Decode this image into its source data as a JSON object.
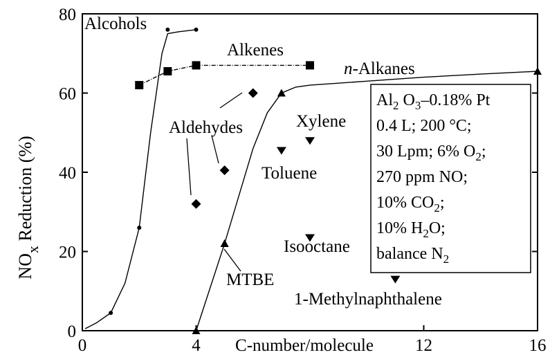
{
  "chart_data": {
    "type": "scatter",
    "xlabel": "C-number/molecule",
    "ylabel_main": "NO",
    "ylabel_sub": "x",
    "ylabel_rest": " Reduction (%)",
    "xlim": [
      0,
      16
    ],
    "ylim": [
      0,
      80
    ],
    "xticks": [
      0,
      4,
      12,
      16
    ],
    "yticks": [
      0,
      20,
      40,
      60,
      80
    ],
    "grid": false,
    "series": [
      {
        "name": "Alcohols",
        "marker": "dot",
        "points": [
          [
            1,
            4.5
          ],
          [
            2,
            26
          ],
          [
            3,
            76
          ],
          [
            4,
            76
          ]
        ],
        "curve": [
          [
            0.1,
            0.5
          ],
          [
            0.5,
            2
          ],
          [
            1,
            4.5
          ],
          [
            1.5,
            12
          ],
          [
            2,
            26
          ],
          [
            2.4,
            50
          ],
          [
            2.8,
            70
          ],
          [
            3,
            75
          ],
          [
            3.4,
            75.5
          ],
          [
            4,
            76
          ]
        ]
      },
      {
        "name": "Alkenes",
        "marker": "square",
        "points": [
          [
            2,
            62
          ],
          [
            3,
            65.5
          ],
          [
            4,
            67
          ],
          [
            8,
            67
          ]
        ],
        "curve": [
          [
            2,
            62
          ],
          [
            3,
            65.5
          ],
          [
            4,
            67
          ],
          [
            8,
            67
          ]
        ]
      },
      {
        "name": "n-Alkanes",
        "marker": "triangle",
        "points": [
          [
            4,
            0
          ],
          [
            5,
            22
          ],
          [
            7,
            60
          ],
          [
            16,
            65.5
          ]
        ],
        "curve": [
          [
            4,
            0
          ],
          [
            4.5,
            11
          ],
          [
            5,
            22
          ],
          [
            5.5,
            34
          ],
          [
            6,
            46
          ],
          [
            6.5,
            55
          ],
          [
            7,
            60
          ],
          [
            7.5,
            61.5
          ],
          [
            8,
            62
          ],
          [
            10,
            63
          ],
          [
            12,
            64
          ],
          [
            14,
            64.8
          ],
          [
            16,
            65.5
          ]
        ]
      },
      {
        "name": "Aldehydes",
        "marker": "diamond",
        "points": [
          [
            4,
            32
          ],
          [
            5,
            40.5
          ],
          [
            6,
            60
          ]
        ]
      },
      {
        "name": "Xylene",
        "marker": "triangle-down",
        "points": [
          [
            8,
            48
          ]
        ]
      },
      {
        "name": "Toluene",
        "marker": "triangle-down",
        "points": [
          [
            7,
            45.5
          ]
        ]
      },
      {
        "name": "Isooctane",
        "marker": "triangle-down",
        "points": [
          [
            8,
            23.5
          ]
        ]
      },
      {
        "name": "MTBE",
        "marker": "triangle",
        "points": [
          [
            5,
            22
          ]
        ]
      },
      {
        "name": "1-Methylnaphthalene",
        "marker": "triangle-down",
        "points": [
          [
            11,
            13
          ]
        ]
      }
    ],
    "labels": {
      "alcohols": "Alcohols",
      "alkenes": "Alkenes",
      "n_alkanes_italic": "n",
      "n_alkanes_rest": "-Alkanes",
      "aldehydes": "Aldehydes",
      "xylene": "Xylene",
      "toluene": "Toluene",
      "isooctane": "Isooctane",
      "mtbe": "MTBE",
      "methylnaphthalene": "1-Methylnaphthalene"
    },
    "conditions_box": {
      "line1": [
        "Al",
        "2",
        " O",
        "3",
        "–0.18% Pt"
      ],
      "line2": "0.4 L; 200 °C;",
      "line3": [
        "30 Lpm; 6% O",
        "2",
        ";"
      ],
      "line4": "270 ppm NO;",
      "line5": [
        "10% CO",
        "2",
        ";"
      ],
      "line6": [
        "10% H",
        "2",
        "O;"
      ],
      "line7": [
        "balance N",
        "2"
      ]
    }
  }
}
